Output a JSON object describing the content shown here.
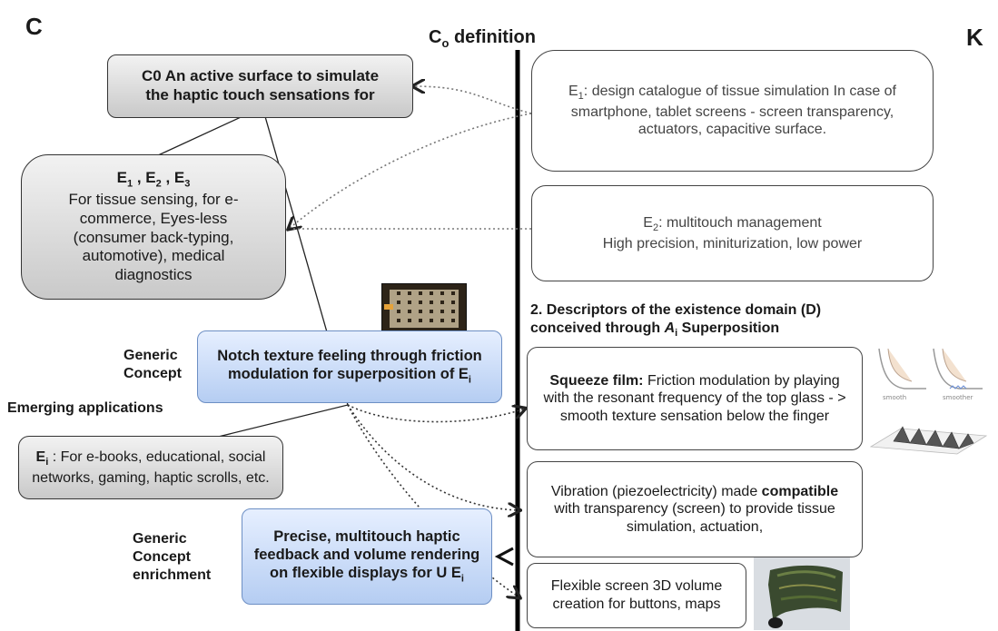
{
  "letters": {
    "c": "C",
    "k": "K"
  },
  "top_title": {
    "main": "C",
    "sub": "o",
    "rest": " definition"
  },
  "c0_box": {
    "line1": "C0 An active surface to simulate",
    "line2": "the haptic touch sensations for"
  },
  "e123_box": {
    "head_parts": [
      "E",
      "1",
      " , E",
      "2",
      " , E",
      "3"
    ],
    "body": "For tissue sensing, for e-commerce, Eyes-less (consumer back-typing, automotive), medical diagnostics"
  },
  "notch_box": {
    "text": "Notch texture feeling through friction modulation for superposition of E",
    "sub": "i"
  },
  "generic_concept": "Generic Concept",
  "emerging_applications": "Emerging applications",
  "ei_box": {
    "head": "E",
    "sub": "i",
    "text": " : For e-books, educational, social networks, gaming, haptic scrolls, etc."
  },
  "enrichment_label": "Generic Concept enrichment",
  "precise_box": {
    "text": "Precise, multitouch haptic feedback and volume rendering on flexible displays for U E",
    "sub": "i"
  },
  "k_e1": {
    "head": "E",
    "sub": "1",
    "text": ": design catalogue of tissue simulation In case of smartphone, tablet screens - screen transparency, actuators, capacitive surface."
  },
  "k_e2": {
    "head": "E",
    "sub": "2",
    "line1": ": multitouch management",
    "line2": "High precision, miniturization, low power"
  },
  "descriptors": {
    "line1": "2. Descriptors of the existence domain (D)",
    "line2a": "conceived through ",
    "a": "A",
    "i": "i",
    "line2b": " Superposition"
  },
  "squeeze": {
    "bold": "Squeeze film:",
    "text": " Friction modulation by playing with the resonant frequency of the top glass - > smooth texture sensation below the finger"
  },
  "vibration": {
    "pre": "Vibration (piezoelectricity) made ",
    "bold": "compatible",
    "post": " with transparency (screen) to provide tissue simulation, actuation,"
  },
  "flexible": {
    "text": "Flexible screen 3D volume creation for buttons, maps"
  },
  "finger_labels": {
    "left": "smooth",
    "right": "smoother"
  },
  "colors": {
    "gray_box": "#d4d4d4",
    "blue_box": "#c8daf6",
    "divider": "#000000"
  }
}
